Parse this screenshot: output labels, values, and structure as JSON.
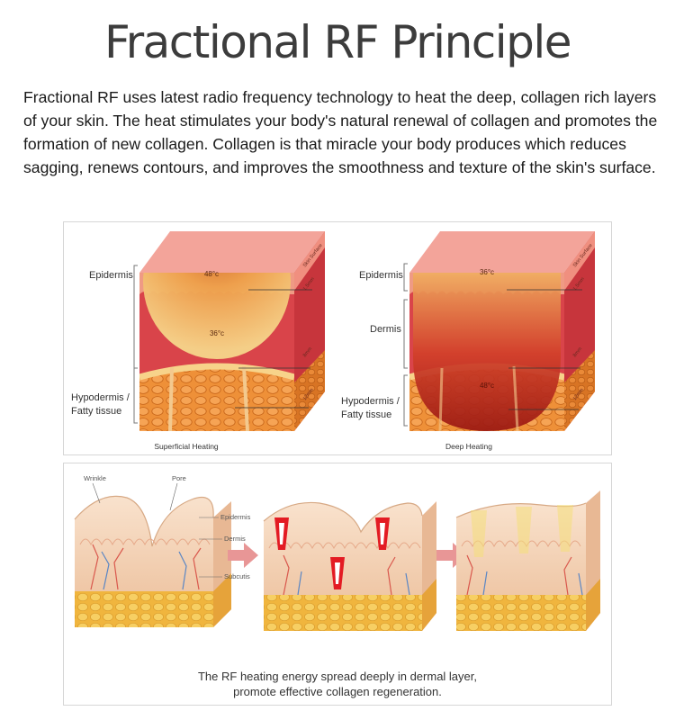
{
  "title": "Fractional RF Principle",
  "intro": "Fractional RF uses latest radio frequency technology to heat the deep, collagen rich layers of your skin. The heat stimulates your body's natural renewal of collagen and promotes the formation of new collagen. Collagen is that miracle your body produces which reduces sagging, renews contours, and improves the smoothness and texture of the skin's surface.",
  "heating": {
    "superficial": {
      "caption": "Superficial Heating",
      "epidermis": "Epidermis",
      "hypodermis1": "Hypodermis /",
      "hypodermis2": "Fatty tissue",
      "temp_top": "48°c",
      "temp_bottom": "36°c",
      "side1": "Skin Surface",
      "side2": "1.5mm",
      "side3": "8mm",
      "side4": "12mm"
    },
    "deep": {
      "caption": "Deep Heating",
      "epidermis": "Epidermis",
      "dermis": "Dermis",
      "hypodermis1": "Hypodermis /",
      "hypodermis2": "Fatty tissue",
      "temp_top": "36°c",
      "temp_bottom": "48°c",
      "side1": "Skin Surface",
      "side2": "1.5mm",
      "side3": "8mm",
      "side4": "12mm"
    }
  },
  "process": {
    "wrinkle": "Wrinkle",
    "pore": "Pore",
    "epidermis": "Epidermis",
    "dermis": "Dermis",
    "subcutis": "Subcutis",
    "caption1": "The RF heating energy spread deeply in dermal layer,",
    "caption2": "promote effective collagen regeneration."
  },
  "colors": {
    "surface": "#f2a59a",
    "dermis": "#d9444a",
    "dermis_side": "#c4343c",
    "fat": "#eb8a33",
    "skin_light": "#f7dcc4",
    "fat_yellow": "#f4c453",
    "arrow": "#e89696",
    "heat": "#e31b23"
  }
}
